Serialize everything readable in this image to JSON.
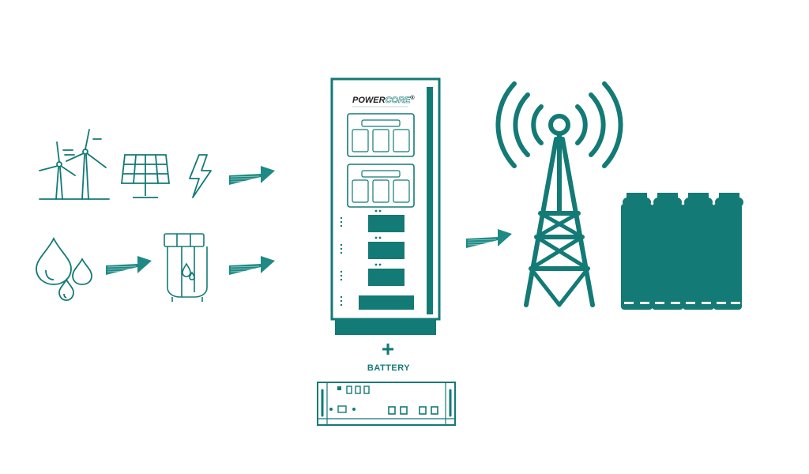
{
  "brand": {
    "name_part1": "POWER",
    "name_part2": "CORE",
    "mark": "®"
  },
  "labels": {
    "plus": "+",
    "battery": "BATTERY"
  },
  "colors": {
    "primary": "#137a76",
    "arrow": "#1f8a85",
    "background": "#ffffff"
  },
  "icons": [
    "wind-turbine-icon",
    "solar-panel-icon",
    "lightning-icon",
    "water-drops-icon",
    "electrolyzer-icon",
    "powercore-cabinet-icon",
    "telecom-tower-icon",
    "gas-cylinders-icon",
    "battery-rack-icon"
  ]
}
